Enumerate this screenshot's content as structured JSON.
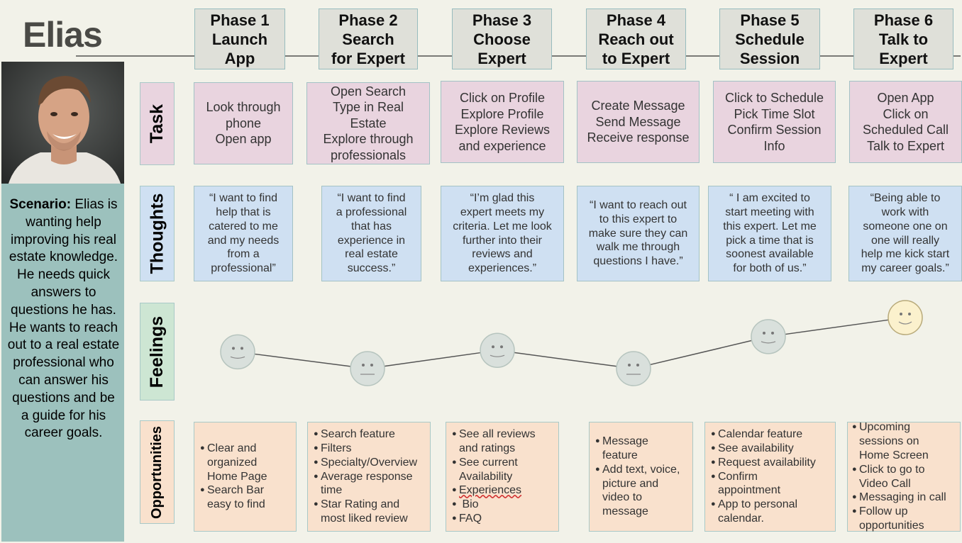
{
  "persona": {
    "name": "Elias",
    "scenario_label": "Scenario:",
    "scenario_text": " Elias is wanting help improving his real estate knowledge. He needs quick answers to questions he has. He wants to reach out to a real estate professional who can answer his questions and be a guide for his career goals."
  },
  "rows": {
    "task": "Task",
    "thoughts": "Thoughts",
    "feelings": "Feelings",
    "opportunities": "Opportunities"
  },
  "phases": [
    {
      "title": "Phase 1\nLaunch\nApp"
    },
    {
      "title": "Phase 2\nSearch\nfor Expert"
    },
    {
      "title": "Phase 3\nChoose\nExpert"
    },
    {
      "title": "Phase 4\nReach out\nto Expert"
    },
    {
      "title": "Phase 5\nSchedule\nSession"
    },
    {
      "title": "Phase 6\nTalk to\nExpert"
    }
  ],
  "tasks": [
    "Look through\nphone\nOpen app",
    "Open Search\nType in Real\nEstate\nExplore through\nprofessionals",
    "Click on Profile\nExplore Profile\nExplore Reviews\nand experience",
    "Create Message\nSend Message\nReceive response",
    "Click to Schedule\nPick Time Slot\nConfirm Session\nInfo",
    "Open App\nClick on\nScheduled Call\nTalk to Expert"
  ],
  "thoughts": [
    "“I want to find\nhelp that is\ncatered to me\nand my needs\nfrom a\nprofessional”",
    "“I want to find\na professional\nthat has\nexperience in\nreal estate\nsuccess.”",
    "“I’m glad this\nexpert meets my\ncriteria. Let me look\nfurther into their\nreviews and\nexperiences.”",
    "“I want to reach out\nto this expert to\nmake sure they can\nwalk me through\nquestions I have.”",
    "“ I am excited to\nstart meeting with\nthis expert. Let me\npick a time that is\nsoonest available\nfor both of us.”",
    "“Being able to\nwork with\nsomeone one on\none will really\nhelp me kick start\nmy career goals.”"
  ],
  "feelings": [
    {
      "phase": 1,
      "mood": "neutral-smile",
      "level": 0.55
    },
    {
      "phase": 2,
      "mood": "neutral",
      "level": 0.33
    },
    {
      "phase": 3,
      "mood": "neutral-smile",
      "level": 0.57
    },
    {
      "phase": 4,
      "mood": "neutral",
      "level": 0.33
    },
    {
      "phase": 5,
      "mood": "neutral-smile",
      "level": 0.75
    },
    {
      "phase": 6,
      "mood": "happy",
      "level": 1.0
    }
  ],
  "colors": {
    "face_default": "#d9e0dc",
    "face_happy": "#fbf1cd",
    "task": "#e9d4df",
    "thought": "#cfe0f2",
    "opportunity": "#f9e1cd",
    "scenario": "#9cc1bd"
  },
  "opportunities": [
    [
      "Clear and\norganized\nHome Page",
      "Search Bar\neasy to find"
    ],
    [
      "Search feature",
      "Filters",
      "Specialty/Overview",
      "Average response\ntime",
      "Star Rating and\nmost liked review"
    ],
    [
      "See all reviews\nand ratings",
      "See current\nAvailability",
      "Experiences",
      " Bio",
      "FAQ"
    ],
    [
      "Message\nfeature",
      "Add text, voice,\npicture and\nvideo to\nmessage"
    ],
    [
      "Calendar feature",
      "See availability",
      "Request availability",
      "Confirm\nappointment",
      "App to personal\ncalendar."
    ],
    [
      "Upcoming\nsessions on\nHome Screen",
      "Click to go to\nVideo Call",
      "Messaging in call",
      "Follow up\nopportunities"
    ]
  ]
}
